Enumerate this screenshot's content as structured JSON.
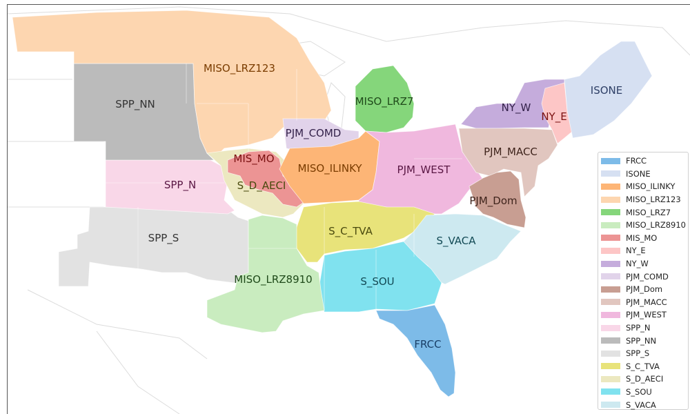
{
  "map": {
    "regions": [
      {
        "id": "FRCC",
        "label": "FRCC",
        "color": "#7dbbe8",
        "label_color": "#1a3f66"
      },
      {
        "id": "ISONE",
        "label": "ISONE",
        "color": "#d6e0f2",
        "label_color": "#2e3f66"
      },
      {
        "id": "MISO_ILINKY",
        "label": "MISO_ILINKY",
        "color": "#fdb576",
        "label_color": "#7a3c00"
      },
      {
        "id": "MISO_LRZ123",
        "label": "MISO_LRZ123",
        "color": "#fdd6b0",
        "label_color": "#7a3c00"
      },
      {
        "id": "MISO_LRZ7",
        "label": "MISO_LRZ7",
        "color": "#85d67b",
        "label_color": "#1f4a1a"
      },
      {
        "id": "MISO_LRZ8910",
        "label": "MISO_LRZ8910",
        "color": "#c9ecbf",
        "label_color": "#1f4a1a"
      },
      {
        "id": "MIS_MO",
        "label": "MIS_MO",
        "color": "#ec9494",
        "label_color": "#7a1010"
      },
      {
        "id": "NY_E",
        "label": "NY_E",
        "color": "#fdc6c6",
        "label_color": "#7a1010"
      },
      {
        "id": "NY_W",
        "label": "NY_W",
        "color": "#c5acdc",
        "label_color": "#33214a"
      },
      {
        "id": "PJM_COMD",
        "label": "PJM_COMD",
        "color": "#e1d3ea",
        "label_color": "#33214a"
      },
      {
        "id": "PJM_Dom",
        "label": "PJM_Dom",
        "color": "#c89e92",
        "label_color": "#3f241c"
      },
      {
        "id": "PJM_MACC",
        "label": "PJM_MACC",
        "color": "#e1c6bf",
        "label_color": "#3f241c"
      },
      {
        "id": "PJM_WEST",
        "label": "PJM_WEST",
        "color": "#f0b8de",
        "label_color": "#5a1744"
      },
      {
        "id": "SPP_N",
        "label": "SPP_N",
        "color": "#f9d7e8",
        "label_color": "#5a1744"
      },
      {
        "id": "SPP_NN",
        "label": "SPP_NN",
        "color": "#bbbbbb",
        "label_color": "#333333"
      },
      {
        "id": "SPP_S",
        "label": "SPP_S",
        "color": "#e2e2e2",
        "label_color": "#333333"
      },
      {
        "id": "S_C_TVA",
        "label": "S_C_TVA",
        "color": "#e8e37a",
        "label_color": "#4a4a0e"
      },
      {
        "id": "S_D_AECI",
        "label": "S_D_AECI",
        "color": "#ece8c0",
        "label_color": "#4a4a0e"
      },
      {
        "id": "S_SOU",
        "label": "S_SOU",
        "color": "#80e2ef",
        "label_color": "#124a55"
      },
      {
        "id": "S_VACA",
        "label": "S_VACA",
        "color": "#cde9f0",
        "label_color": "#124a55"
      }
    ],
    "legend": [
      "FRCC",
      "ISONE",
      "MISO_ILINKY",
      "MISO_LRZ123",
      "MISO_LRZ7",
      "MISO_LRZ8910",
      "MIS_MO",
      "NY_E",
      "NY_W",
      "PJM_COMD",
      "PJM_Dom",
      "PJM_MACC",
      "PJM_WEST",
      "SPP_N",
      "SPP_NN",
      "SPP_S",
      "S_C_TVA",
      "S_D_AECI",
      "S_SOU",
      "S_VACA"
    ],
    "legend_placement": "right"
  }
}
